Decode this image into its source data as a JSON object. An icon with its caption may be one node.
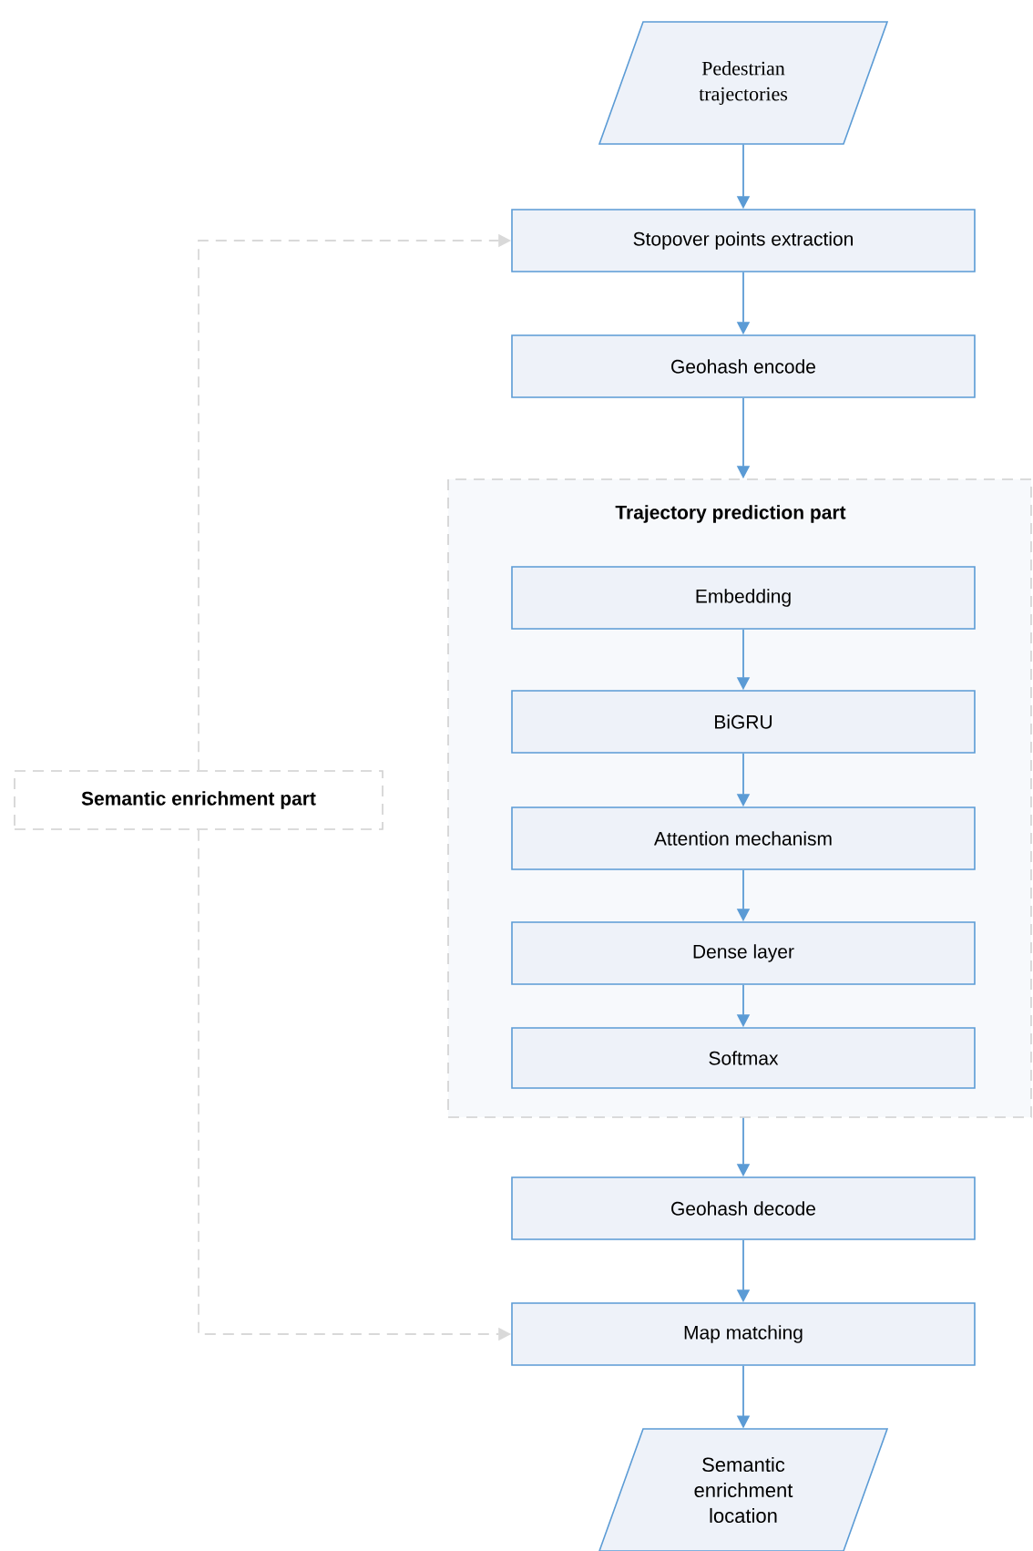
{
  "diagram": {
    "nodes": [
      {
        "text": [
          "Pedestrian trajectories"
        ]
      },
      {
        "text": [
          "Stopover points extraction"
        ]
      },
      {
        "text": [
          "Geohash encode"
        ]
      },
      {
        "text": [
          "Trajectory prediction part"
        ]
      },
      {
        "text": [
          "Embedding"
        ],
        "in": 3
      },
      {
        "text": [
          "BiGRU"
        ],
        "in": 3
      },
      {
        "text": [
          "Attention mechanism"
        ],
        "in": 3
      },
      {
        "text": [
          "Dense layer"
        ],
        "in": 3
      },
      {
        "text": [
          "Softmax"
        ],
        "in": 3
      },
      {
        "text": [
          "Geohash decode"
        ]
      },
      {
        "text": [
          "Map matching"
        ]
      },
      {
        "text": [
          "Semantic enrichment location"
        ]
      },
      {
        "text": [
          "Semantic enrichment part"
        ]
      }
    ],
    "edges": [
      {
        "from": 0,
        "to": 1,
        "arrow": "to"
      },
      {
        "from": 1,
        "to": 2,
        "arrow": "to"
      },
      {
        "from": 2,
        "to": 3,
        "arrow": "to"
      },
      {
        "from": 4,
        "to": 5,
        "arrow": "to"
      },
      {
        "from": 5,
        "to": 6,
        "arrow": "to"
      },
      {
        "from": 6,
        "to": 7,
        "arrow": "to"
      },
      {
        "from": 7,
        "to": 8,
        "arrow": "to"
      },
      {
        "from": 3,
        "to": 9,
        "arrow": "to"
      },
      {
        "from": 9,
        "to": 10,
        "arrow": "to"
      },
      {
        "from": 10,
        "to": 11,
        "arrow": "to"
      },
      {
        "from": 12,
        "to": 1,
        "arrow": "to",
        "style": "dashed",
        "color": "#d9d9d9"
      },
      {
        "from": 12,
        "to": 10,
        "arrow": "to",
        "style": "dashed",
        "color": "#d9d9d9"
      }
    ]
  }
}
